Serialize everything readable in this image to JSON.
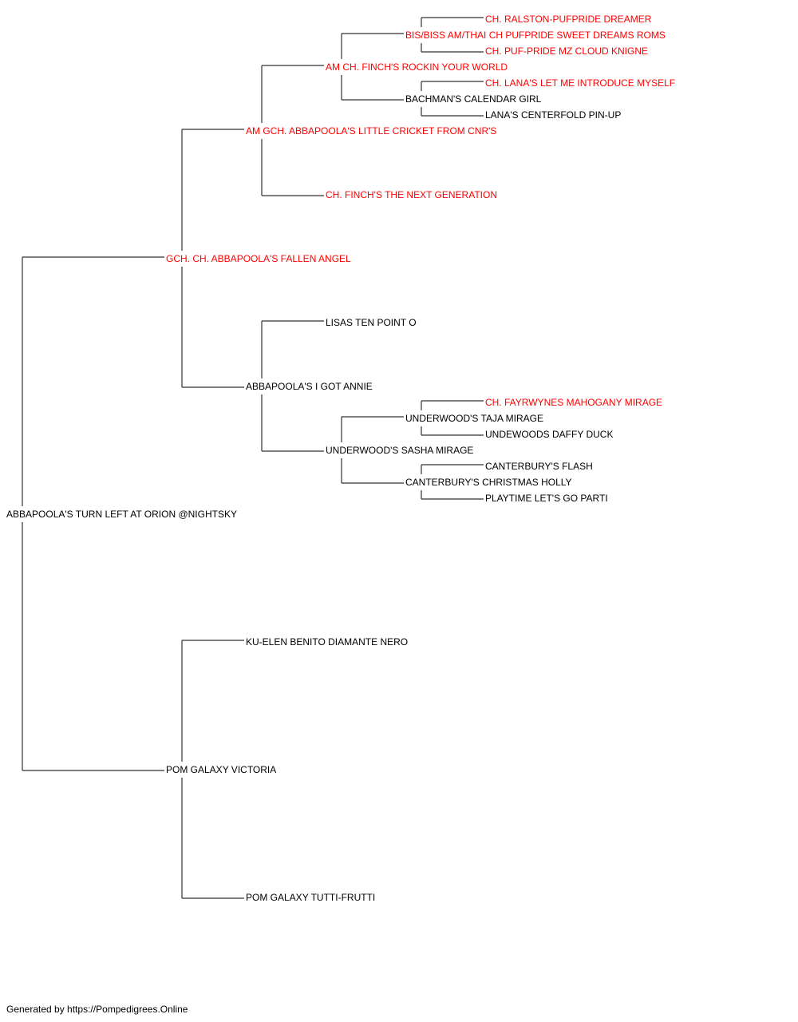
{
  "colors": {
    "champion": "#ff0000",
    "normal": "#000000",
    "line": "#333333"
  },
  "pedigree": {
    "name": "ABBAPOOLA'S TURN LEFT AT ORION @NIGHTSKY",
    "champion": false,
    "sire": {
      "name": "GCH. CH. ABBAPOOLA'S FALLEN ANGEL",
      "champion": true,
      "sire": {
        "name": "AM GCH. ABBAPOOLA'S LITTLE CRICKET FROM CNR'S",
        "champion": true,
        "sire": {
          "name": "AM CH. FINCH'S ROCKIN YOUR WORLD",
          "champion": true,
          "sire": {
            "name": "BIS/BISS AM/THAI CH PUFPRIDE SWEET DREAMS ROMS",
            "champion": true,
            "sire": {
              "name": "CH. RALSTON-PUFPRIDE DREAMER",
              "champion": true
            },
            "dam": {
              "name": "CH. PUF-PRIDE MZ CLOUD KNIGNE",
              "champion": true
            }
          },
          "dam": {
            "name": "BACHMAN'S CALENDAR GIRL",
            "champion": false,
            "sire": {
              "name": "CH. LANA'S LET ME INTRODUCE MYSELF",
              "champion": true
            },
            "dam": {
              "name": "LANA'S CENTERFOLD PIN-UP",
              "champion": false
            }
          }
        },
        "dam": {
          "name": "CH. FINCH'S THE NEXT GENERATION",
          "champion": true
        }
      },
      "dam": {
        "name": "ABBAPOOLA'S I GOT ANNIE",
        "champion": false,
        "sire": {
          "name": "LISAS TEN POINT O",
          "champion": false
        },
        "dam": {
          "name": "UNDERWOOD'S SASHA MIRAGE",
          "champion": false,
          "sire": {
            "name": "UNDERWOOD'S TAJA MIRAGE",
            "champion": false,
            "sire": {
              "name": "CH. FAYRWYNES MAHOGANY MIRAGE",
              "champion": true
            },
            "dam": {
              "name": "UNDEWOODS DAFFY DUCK",
              "champion": false
            }
          },
          "dam": {
            "name": "CANTERBURY'S CHRISTMAS HOLLY",
            "champion": false,
            "sire": {
              "name": "CANTERBURY'S FLASH",
              "champion": false
            },
            "dam": {
              "name": "PLAYTIME LET'S GO PARTI",
              "champion": false
            }
          }
        }
      }
    },
    "dam": {
      "name": "POM GALAXY VICTORIA",
      "champion": false,
      "sire": {
        "name": "KU-ELEN BENITO DIAMANTE NERO",
        "champion": false
      },
      "dam": {
        "name": "POM GALAXY TUTTI-FRUTTI",
        "champion": false
      }
    }
  },
  "footer": "Generated by https://Pompedigrees.Online"
}
